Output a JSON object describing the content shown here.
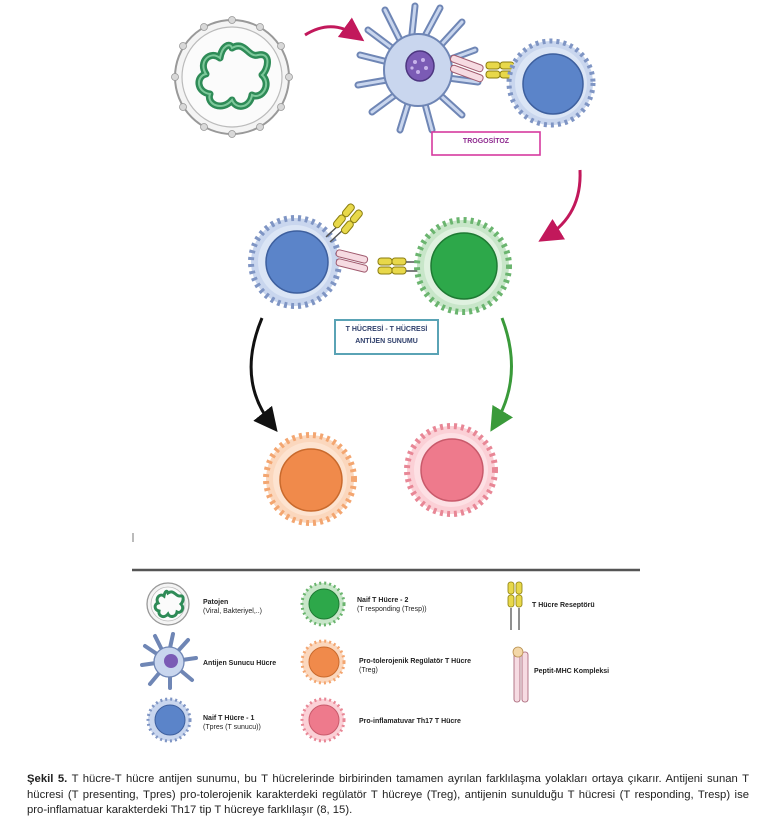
{
  "boxes": {
    "trogositoz": "TROGOSİTOZ",
    "tt_line1": "T HÜCRESİ - T HÜCRESİ",
    "tt_line2": "ANTİJEN SUNUMU"
  },
  "legend": {
    "patojen_title": "Patojen",
    "patojen_sub": "(Viral, Bakteriyel,..)",
    "apc": "Antijen Sunucu Hücre",
    "naive1_title": "Naif T Hücre - 1",
    "naive1_sub": "(Tpres (T sunucu))",
    "naive2_title": "Naif T Hücre - 2",
    "naive2_sub": "(T responding (Tresp))",
    "treg_title": "Pro-tolerojenik Regülatör T Hücre",
    "treg_sub": "(Treg)",
    "th17": "Pro-inflamatuvar Th17 T Hücre",
    "tcr": "T Hücre Reseptörü",
    "pmhc": "Peptit-MHC Kompleksi"
  },
  "caption": {
    "label": "Şekil 5.",
    "text": "T hücre-T hücre antijen sunumu, bu T hücrelerinde birbirinden tamamen ayrılan farklılaşma yolakları ortaya çıkarır. Antijeni sunan T hücresi (T presenting, Tpres) pro-tolerojenik karakterdeki regülatör T hücreye (Treg), antijenin sunulduğu T hücresi (T responding, Tresp) ise pro-inflamatuar karakterdeki Th17 tip T hücreye farklılaşır (8, 15)."
  },
  "colors": {
    "arrow_red": "#c2185b",
    "trog_box": "#d63a9e",
    "trog_text": "#8e2a8f",
    "tt_box": "#5aa3b5",
    "tt_text": "#2f3f6b",
    "blue_nucleus": "#5b84c9",
    "green_nucleus": "#2da84a",
    "orange_nucleus": "#f08a4b",
    "pink_nucleus": "#ee7a8c",
    "apc_nucleus": "#7b5bb5",
    "pathogen": "#2e8b57"
  }
}
